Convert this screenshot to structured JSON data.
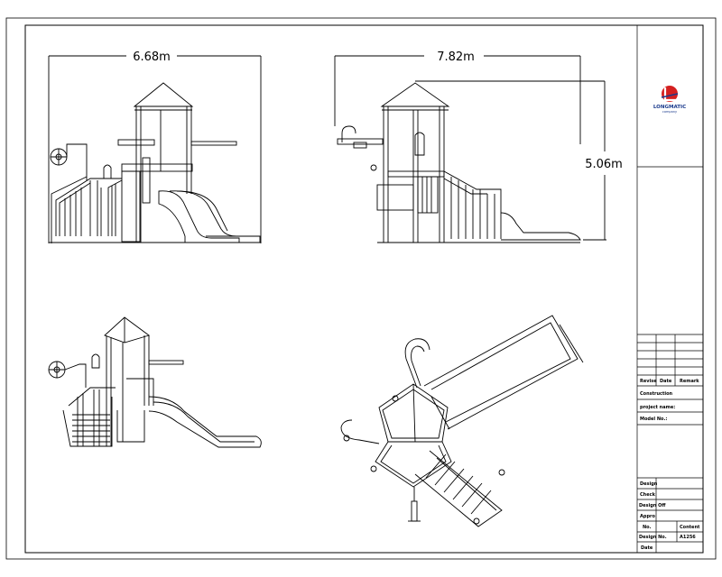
{
  "drawing": {
    "dimensions": {
      "front_width": "6.68m",
      "side_width": "7.82m",
      "height": "5.06m"
    }
  },
  "title_block": {
    "logo": {
      "company": "LONGMATIC",
      "tagline": "company",
      "colors": {
        "red": "#d42020",
        "blue": "#1a3a8c"
      }
    },
    "revision_headers": [
      "Revise",
      "Date",
      "Remark"
    ],
    "fields": {
      "construction": "Construction",
      "project_name": "project name:",
      "model_no": "Model No.:"
    },
    "approval_rows": [
      "Design",
      "Check",
      "Design Off",
      "Appro"
    ],
    "bottom_rows": {
      "no": "No.",
      "content": "Content",
      "design_no": "Design No.",
      "design_no_value": "A1256",
      "date": "Date"
    }
  }
}
